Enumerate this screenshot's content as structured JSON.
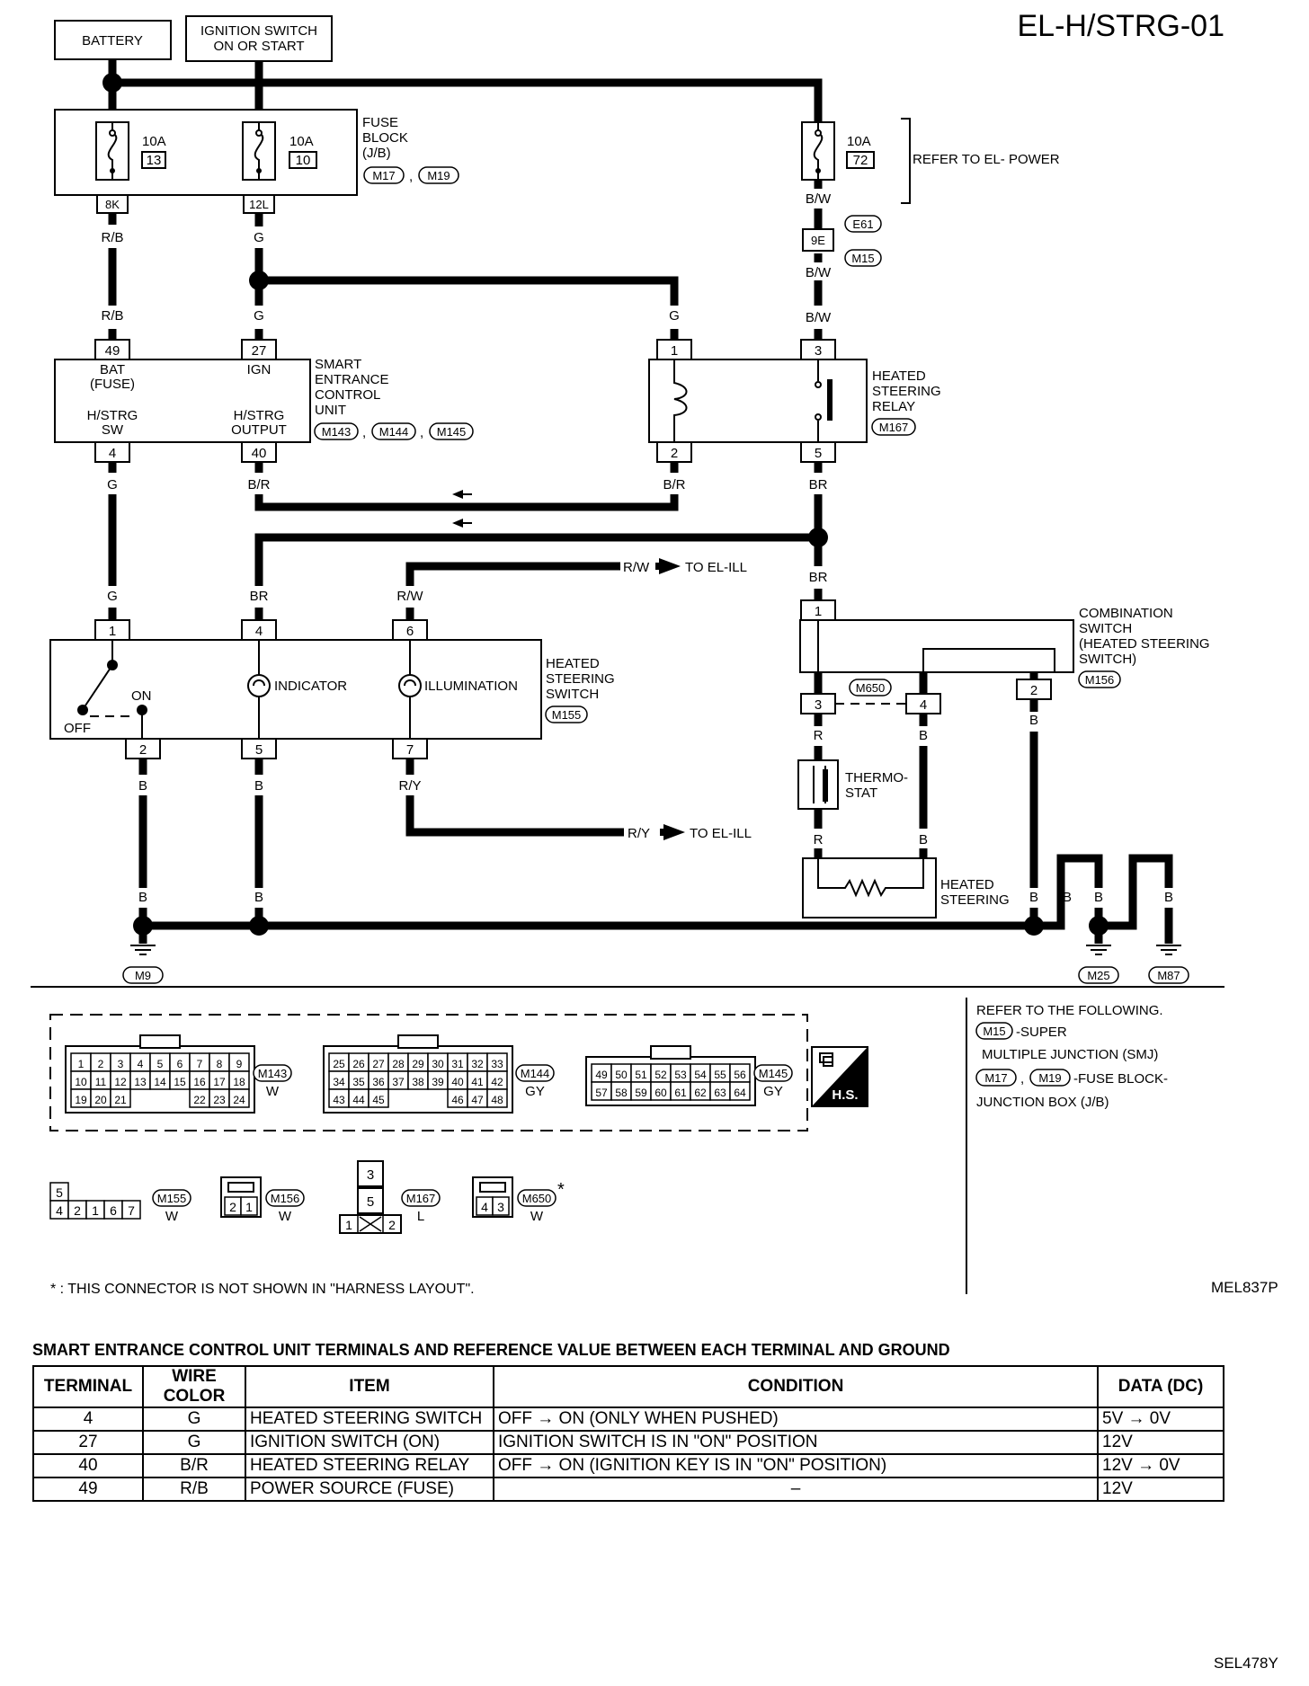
{
  "diagram_code": "EL-H/STRG-01",
  "diagram_ref_mid": "MEL837P",
  "diagram_ref_bottom": "SEL478Y",
  "sources": {
    "battery": "BATTERY",
    "ignition_line1": "IGNITION SWITCH",
    "ignition_line2": "ON OR START"
  },
  "fuse_block": {
    "label_lines": [
      "FUSE",
      "BLOCK",
      "(J/B)"
    ],
    "connectors": [
      "M17",
      "M19"
    ],
    "fuse13_amp": "10A",
    "fuse13_no": "13",
    "fuse13_term": "8K",
    "fuse10_amp": "10A",
    "fuse10_no": "10",
    "fuse10_term": "12L"
  },
  "fuse72": {
    "amp": "10A",
    "no": "72",
    "ref": "REFER TO EL- POWER"
  },
  "smj": {
    "terminal": "9E",
    "connectors": [
      "E61",
      "M15"
    ]
  },
  "secu": {
    "label_lines": [
      "SMART",
      "ENTRANCE",
      "CONTROL",
      "UNIT"
    ],
    "connectors": [
      "M143",
      "M144",
      "M145"
    ],
    "t49": "49",
    "t27": "27",
    "t4": "4",
    "t40": "40",
    "bat_label": "BAT",
    "bat_sub": "(FUSE)",
    "ign_label": "IGN",
    "sw_label": "H/STRG",
    "sw_sub": "SW",
    "out_label": "H/STRG",
    "out_sub": "OUTPUT"
  },
  "relay": {
    "label_lines": [
      "HEATED",
      "STEERING",
      "RELAY"
    ],
    "connector": "M167",
    "t1": "1",
    "t2": "2",
    "t3": "3",
    "t5": "5"
  },
  "switch": {
    "label_lines": [
      "HEATED",
      "STEERING",
      "SWITCH"
    ],
    "connector": "M155",
    "t1": "1",
    "t4": "4",
    "t6": "6",
    "t2": "2",
    "t5": "5",
    "t7": "7",
    "on": "ON",
    "off": "OFF",
    "indicator": "INDICATOR",
    "illumination": "ILLUMINATION"
  },
  "combo": {
    "label_lines": [
      "COMBINATION",
      "SWITCH",
      "(HEATED STEERING",
      "SWITCH)"
    ],
    "connector": "M156",
    "t1": "1",
    "t2": "2",
    "t3": "3",
    "t4": "4",
    "joint": "M650"
  },
  "thermostat": {
    "label_lines": [
      "THERMO-",
      "STAT"
    ]
  },
  "heated_steering": {
    "label_lines": [
      "HEATED",
      "STEERING"
    ]
  },
  "wire_colors": {
    "rb": "R/B",
    "g": "G",
    "bw": "B/W",
    "br_slash": "B/R",
    "br": "BR",
    "rw": "R/W",
    "ry": "R/Y",
    "b": "B",
    "r": "R"
  },
  "to_ill": "TO EL-ILL",
  "grounds": [
    "M9",
    "M25",
    "M87"
  ],
  "refer_notes": [
    "REFER TO THE FOLLOWING.",
    "-SUPER",
    "MULTIPLE JUNCTION (SMJ)",
    "-FUSE BLOCK-",
    "JUNCTION BOX (J/B)"
  ],
  "hs_badge": "H.S.",
  "connector_views": {
    "M143": {
      "rows": [
        [
          "1",
          "2",
          "3",
          "4",
          "5",
          "6",
          "7",
          "8",
          "9"
        ],
        [
          "10",
          "11",
          "12",
          "13",
          "14",
          "15",
          "16",
          "17",
          "18"
        ],
        [
          "19",
          "20",
          "21",
          "22",
          "23",
          "24"
        ]
      ],
      "color": "W"
    },
    "M144": {
      "rows": [
        [
          "25",
          "26",
          "27",
          "28",
          "29",
          "30",
          "31",
          "32",
          "33"
        ],
        [
          "34",
          "35",
          "36",
          "37",
          "38",
          "39",
          "40",
          "41",
          "42"
        ],
        [
          "43",
          "44",
          "45",
          "46",
          "47",
          "48"
        ]
      ],
      "color": "GY"
    },
    "M145": {
      "rows": [
        [
          "49",
          "50",
          "51",
          "52",
          "53",
          "54",
          "55",
          "56"
        ],
        [
          "57",
          "58",
          "59",
          "60",
          "61",
          "62",
          "63",
          "64"
        ]
      ],
      "color": "GY"
    },
    "M155": {
      "rows": [
        [
          "5"
        ],
        [
          "4",
          "2",
          "1",
          "6",
          "7"
        ]
      ],
      "color": "W"
    },
    "M156": {
      "rows": [
        [
          "2",
          "1"
        ]
      ],
      "color": "W"
    },
    "M167": {
      "rows": [
        [
          "3"
        ],
        [
          "5"
        ],
        [
          "1",
          "2"
        ]
      ],
      "color": "L"
    },
    "M650": {
      "rows": [
        [
          "4",
          "3"
        ]
      ],
      "color": "W"
    }
  },
  "footnote": "* : THIS CONNECTOR IS NOT SHOWN IN \"HARNESS LAYOUT\".",
  "table": {
    "title": "SMART ENTRANCE CONTROL UNIT TERMINALS AND REFERENCE VALUE BETWEEN EACH TERMINAL AND GROUND",
    "headers": [
      "TERMINAL",
      "WIRE COLOR",
      "ITEM",
      "CONDITION",
      "DATA (DC)"
    ],
    "rows": [
      {
        "terminal": "4",
        "wire": "G",
        "item": "HEATED STEERING SWITCH",
        "condition": "OFF → ON (ONLY WHEN PUSHED)",
        "data": "5V → 0V"
      },
      {
        "terminal": "27",
        "wire": "G",
        "item": "IGNITION SWITCH (ON)",
        "condition": "IGNITION SWITCH IS IN \"ON\" POSITION",
        "data": "12V"
      },
      {
        "terminal": "40",
        "wire": "B/R",
        "item": "HEATED STEERING RELAY",
        "condition": "OFF → ON (IGNITION KEY IS IN \"ON\" POSITION)",
        "data": "12V → 0V"
      },
      {
        "terminal": "49",
        "wire": "R/B",
        "item": "POWER SOURCE (FUSE)",
        "condition": "–",
        "data": "12V"
      }
    ]
  }
}
